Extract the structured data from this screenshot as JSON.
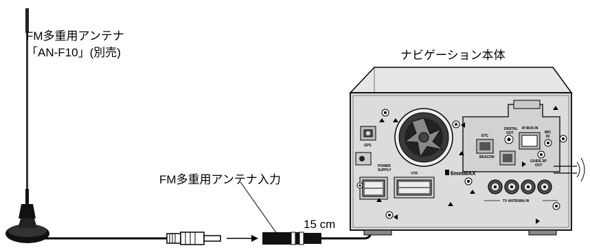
{
  "antenna": {
    "title_line1": "FM多重用アンテナ",
    "title_line2": "「AN-F10」(別売)"
  },
  "nav_unit": {
    "title": "ナビゲーション本体",
    "port_labels": {
      "gps": "GPS",
      "power_supply_1": "POWER",
      "power_supply_2": "SUPPLY",
      "vtr": "VTR",
      "etc": "ETC",
      "digital_out_1": "DIGITAL",
      "digital_out_2": "OUT",
      "ip_bus_in": "IP-BUS IN",
      "mic_in_1": "MIC",
      "mic_in_2": "IN",
      "beacon": "BEACON",
      "guide_sp_out_1": "GUIDE SP",
      "guide_sp_out_2": "OUT",
      "tv_antenna_in": "TV ANTENNA IN",
      "max_depth": "6mmMAX"
    }
  },
  "input_label": "FM多重用アンテナ入力",
  "cable_length": "15 cm"
}
